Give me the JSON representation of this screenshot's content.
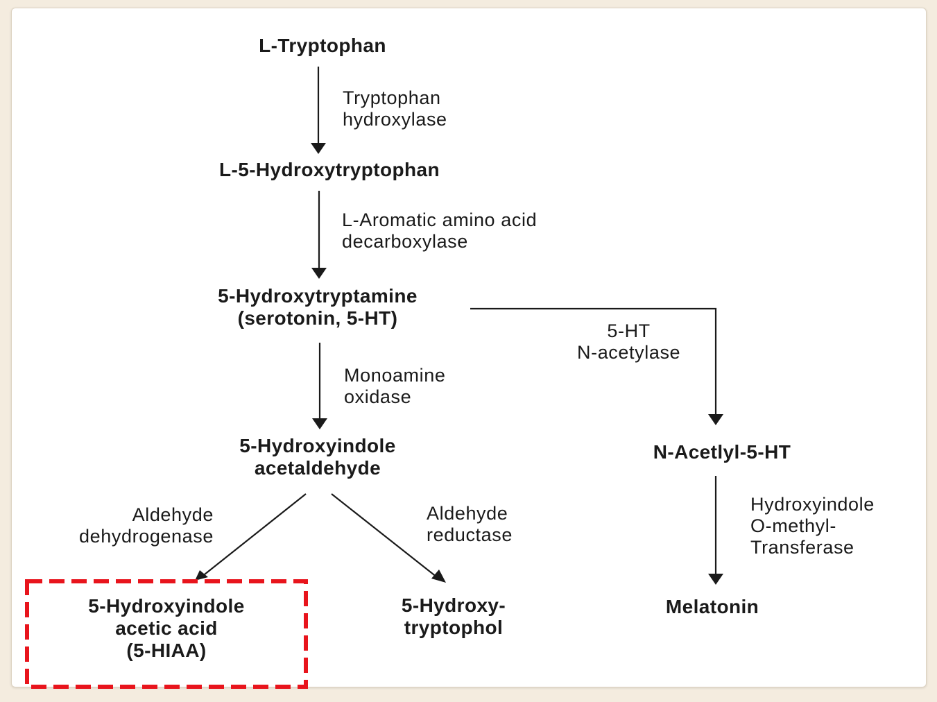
{
  "compounds": {
    "tryptophan": "L-Tryptophan",
    "hydroxytryptophan": "L-5-Hydroxytryptophan",
    "serotonin": [
      "5-Hydroxytryptamine",
      "(serotonin, 5-HT)"
    ],
    "acetaldehyde": [
      "5-Hydroxyindole",
      "acetaldehyde"
    ],
    "hiaa": [
      "5-Hydroxyindole",
      "acetic acid",
      "(5-HIAA)"
    ],
    "tryptophol": [
      "5-Hydroxy-",
      "tryptophol"
    ],
    "acetyl_5ht": "N-Acetlyl-5-HT",
    "melatonin": "Melatonin"
  },
  "enzymes": {
    "tryptophan_hydroxylase": [
      "Tryptophan",
      "hydroxylase"
    ],
    "aromatic_decarboxylase": [
      "L-Aromatic amino acid",
      "decarboxylase"
    ],
    "monoamine_oxidase": [
      "Monoamine",
      "oxidase"
    ],
    "ht_n_acetylase": [
      "5-HT",
      "N-acetylase"
    ],
    "aldehyde_dehydrogenase": [
      "Aldehyde",
      "dehydrogenase"
    ],
    "aldehyde_reductase": [
      "Aldehyde",
      "reductase"
    ],
    "o_methyl_transferase": [
      "Hydroxyindole",
      "O-methyl-",
      "Transferase"
    ]
  },
  "colors": {
    "highlight": "#e8141c",
    "ink": "#1a1a1a",
    "page_background": "#f4ecdf"
  }
}
